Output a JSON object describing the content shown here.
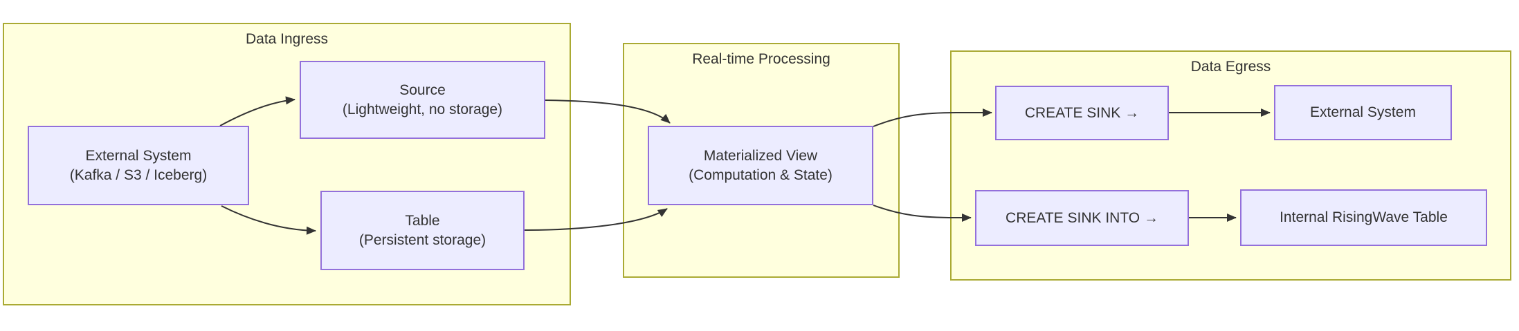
{
  "theme": {
    "cluster_fill": "#ffffde",
    "cluster_stroke": "#aaaa33",
    "node_fill": "#ececff",
    "node_stroke": "#9370db",
    "edge_color": "#333333",
    "text_color": "#333333"
  },
  "diagram": {
    "clusters": {
      "ingress": {
        "title": "Data Ingress"
      },
      "processing": {
        "title": "Real-time Processing"
      },
      "egress": {
        "title": "Data Egress"
      }
    },
    "nodes": {
      "external_system_ingress": {
        "line1": "External System",
        "line2": "(Kafka / S3 / Iceberg)"
      },
      "source": {
        "line1": "Source",
        "line2": "(Lightweight, no storage)"
      },
      "table": {
        "line1": "Table",
        "line2": "(Persistent storage)"
      },
      "materialized_view": {
        "line1": "Materialized View",
        "line2": "(Computation & State)"
      },
      "create_sink": {
        "label": "CREATE SINK →"
      },
      "external_system_egress": {
        "label": "External System"
      },
      "create_sink_into": {
        "label": "CREATE SINK INTO →"
      },
      "internal_risingwave_table": {
        "label": "Internal RisingWave Table"
      }
    },
    "edges": [
      {
        "from": "external_system_ingress",
        "to": "source"
      },
      {
        "from": "external_system_ingress",
        "to": "table"
      },
      {
        "from": "source",
        "to": "materialized_view"
      },
      {
        "from": "table",
        "to": "materialized_view"
      },
      {
        "from": "materialized_view",
        "to": "create_sink"
      },
      {
        "from": "materialized_view",
        "to": "create_sink_into"
      },
      {
        "from": "create_sink",
        "to": "external_system_egress"
      },
      {
        "from": "create_sink_into",
        "to": "internal_risingwave_table"
      }
    ]
  }
}
